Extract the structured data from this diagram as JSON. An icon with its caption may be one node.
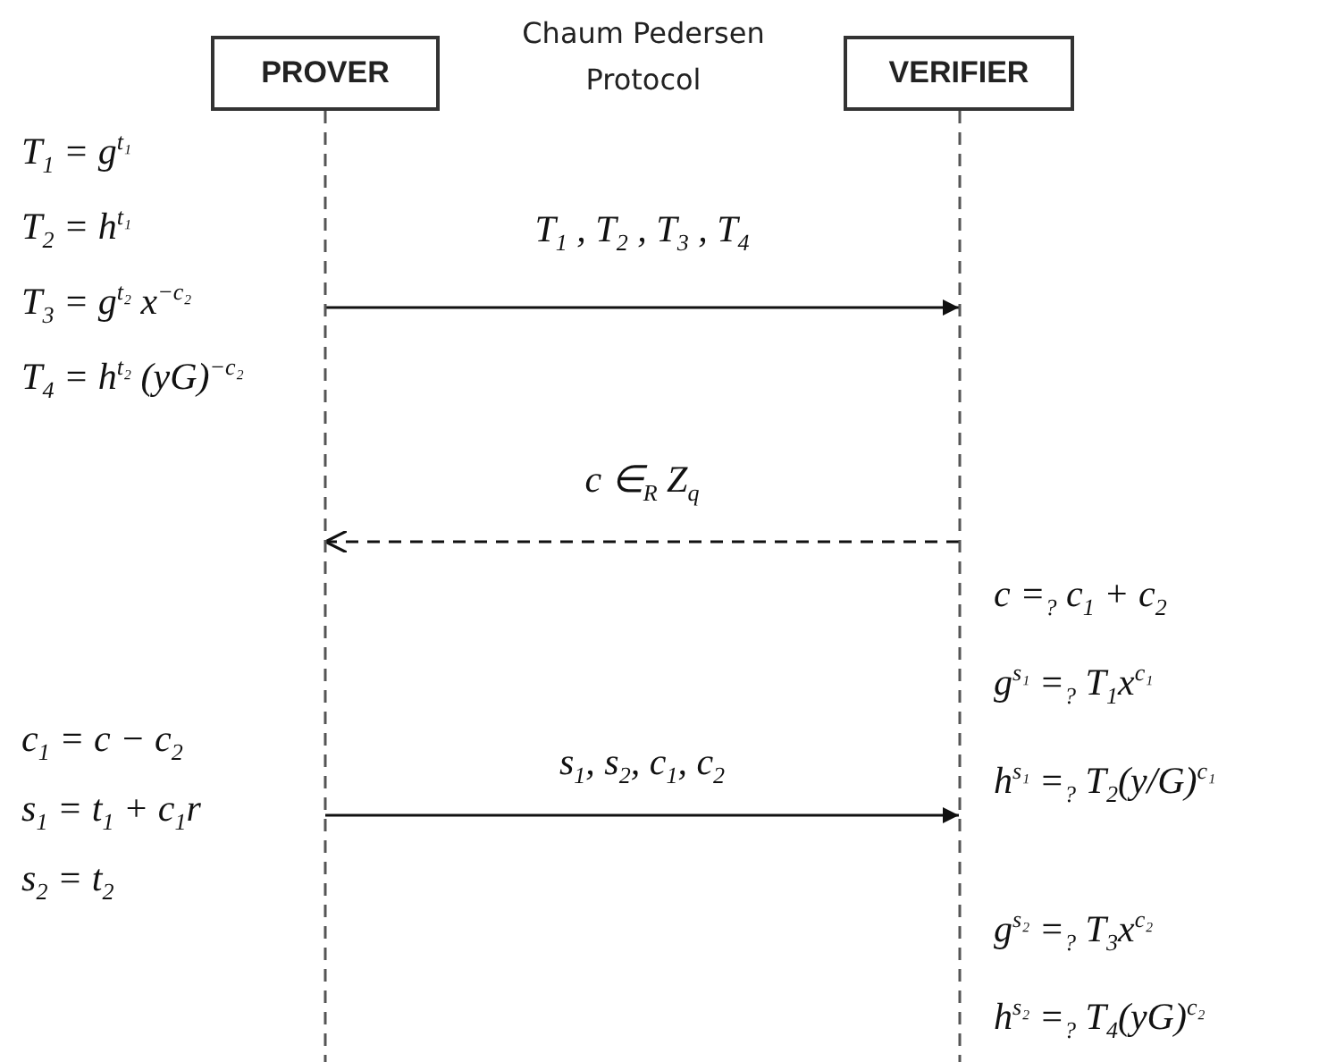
{
  "diagram": {
    "title": "Chaum Pedersen Protocol",
    "nodes": [
      {
        "text": [
          "PROVER"
        ]
      },
      {
        "text": [
          "VERIFIER"
        ]
      }
    ],
    "edges": [
      {
        "from": 0,
        "to": 1,
        "arrow": "to",
        "label": "T$_{1}$ , T$_{2}$ , T$_{3}$ , T$_{4}$"
      },
      {
        "from": 1,
        "to": 0,
        "arrow": "to",
        "style": "dashed",
        "label": "c ∈$_{R}$ Z$_{q}$"
      },
      {
        "from": 0,
        "to": 1,
        "arrow": "to",
        "label": "s$_{1}$, s$_{2}$, c$_{1}$, c$_{2}$"
      }
    ],
    "labels": [
      "T$_{1}$ = g$^{t₁}$",
      "T$_{2}$ = h$^{t₁}$",
      "T$_{3}$ = g$^{t₂}$ x$^{−c₂}$",
      "T$_{4}$ = h$^{t₂}$ (yG)$^{−c₂}$",
      "c =$_{?}$ c$_{1}$ + c$_{2}$",
      "g$^{s₁}$ =$_{?}$ T$_{1}$x$^{c₁}$",
      "c$_{1}$ = c − c$_{2}$",
      "h$^{s₁}$ =$_{?}$ T$_{2}$(y/G)$^{c₁}$",
      "s$_{1}$ = t$_{1}$ + c$_{1}$r",
      "s$_{2}$ = t$_{2}$",
      "g$^{s₂}$ =$_{?}$ T$_{3}$x$^{c₂}$",
      "h$^{s₂}$ =$_{?}$ T$_{4}$(yG)$^{c₂}$"
    ]
  }
}
